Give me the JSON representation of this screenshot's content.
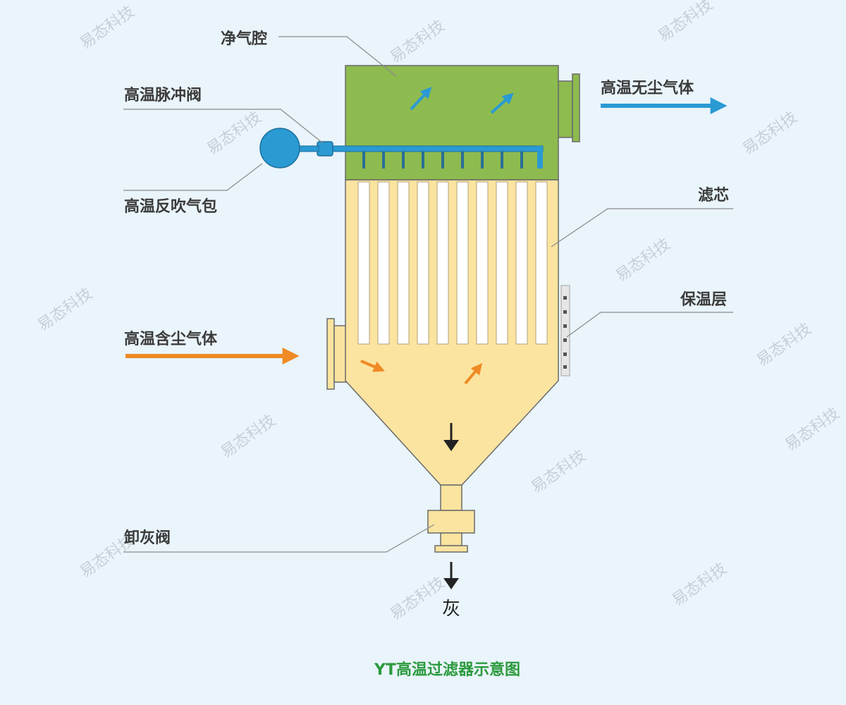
{
  "labels": {
    "clean_chamber": "净气腔",
    "pulse_valve": "高温脉冲阀",
    "blowback_tank": "高温反吹气包",
    "dusty_gas": "高温含尘气体",
    "clean_gas": "高温无尘气体",
    "filter_element": "滤芯",
    "insulation": "保温层",
    "discharge_valve": "卸灰阀",
    "ash": "灰"
  },
  "caption": "YT高温过滤器示意图",
  "watermark": "易态科技",
  "colors": {
    "background": "#e9f4fb",
    "clean_chamber": "#8dbb4f",
    "dust_chamber": "#fbe4a0",
    "blue_flow": "#2a9ad3",
    "orange_flow": "#ef8a24",
    "caption": "#2b9a3d"
  }
}
